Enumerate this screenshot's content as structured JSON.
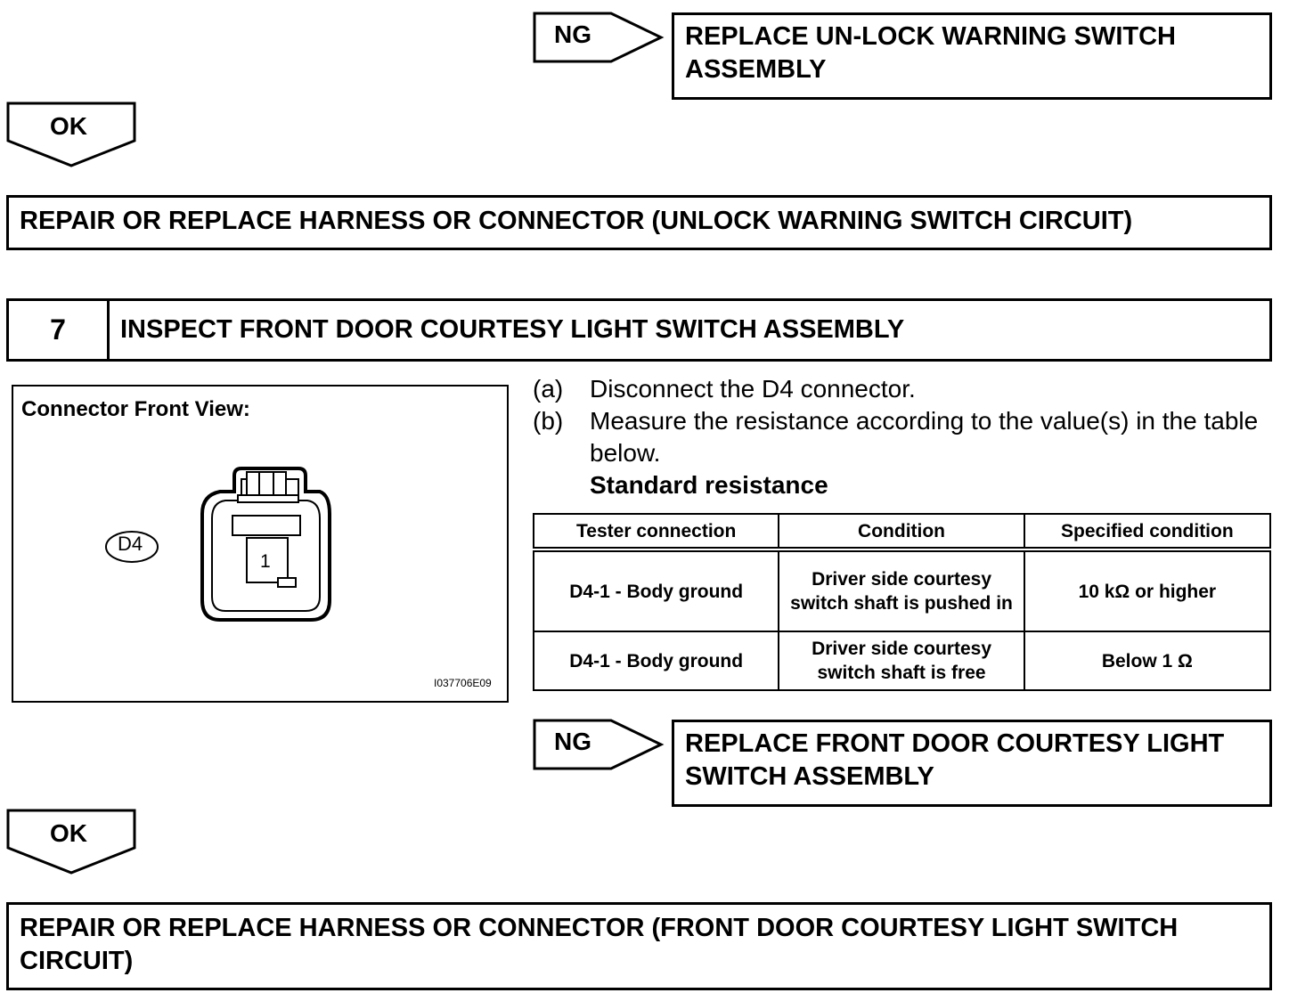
{
  "section1": {
    "ng_label": "NG",
    "ng_result": "REPLACE UN-LOCK WARNING SWITCH ASSEMBLY",
    "ok_label": "OK",
    "ok_result": "REPAIR OR REPLACE HARNESS OR CONNECTOR (UNLOCK WARNING SWITCH CIRCUIT)"
  },
  "step": {
    "number": "7",
    "title": "INSPECT FRONT DOOR COURTESY LIGHT SWITCH ASSEMBLY"
  },
  "diagram": {
    "heading": "Connector Front View:",
    "connector_id": "D4",
    "pin_number": "1",
    "figure_code": "I037706E09"
  },
  "instructions": [
    {
      "label": "(a)",
      "text": "Disconnect the D4 connector."
    },
    {
      "label": "(b)",
      "text": "Measure the resistance according to the value(s) in the table below."
    }
  ],
  "standard_heading": "Standard resistance",
  "table": {
    "headers": [
      "Tester connection",
      "Condition",
      "Specified condition"
    ],
    "rows": [
      [
        "D4-1 - Body ground",
        "Driver side courtesy switch shaft is pushed in",
        "10 kΩ or higher"
      ],
      [
        "D4-1 - Body ground",
        "Driver side courtesy switch shaft is free",
        "Below 1 Ω"
      ]
    ]
  },
  "section2": {
    "ng_label": "NG",
    "ng_result": "REPLACE FRONT DOOR COURTESY LIGHT SWITCH ASSEMBLY",
    "ok_label": "OK",
    "ok_result": "REPAIR OR REPLACE HARNESS OR CONNECTOR (FRONT DOOR COURTESY LIGHT SWITCH CIRCUIT)"
  }
}
